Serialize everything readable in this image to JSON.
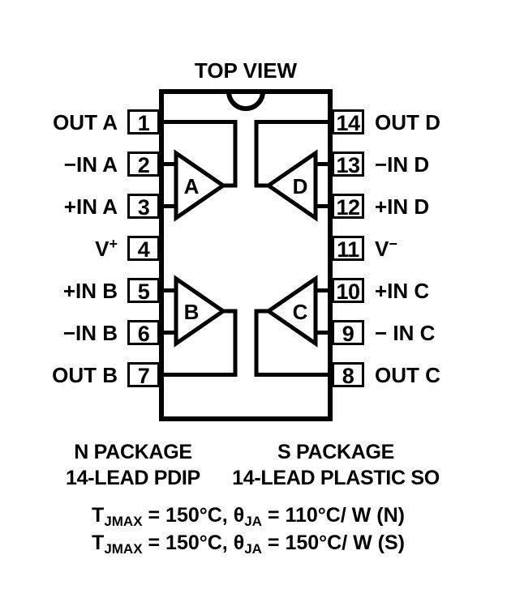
{
  "title": "TOP VIEW",
  "ink_color": "#000000",
  "pins": {
    "left": [
      {
        "num": "1",
        "label": "OUT A"
      },
      {
        "num": "2",
        "label": "−IN A"
      },
      {
        "num": "3",
        "label": "+IN A"
      },
      {
        "num": "4",
        "label": "V",
        "sup": "+"
      },
      {
        "num": "5",
        "label": "+IN B"
      },
      {
        "num": "6",
        "label": "−IN B"
      },
      {
        "num": "7",
        "label": "OUT B"
      }
    ],
    "right": [
      {
        "num": "14",
        "label": "OUT D"
      },
      {
        "num": "13",
        "label": "−IN D"
      },
      {
        "num": "12",
        "label": "+IN D"
      },
      {
        "num": "11",
        "label": "V",
        "sup": "−"
      },
      {
        "num": "10",
        "label": "+IN C"
      },
      {
        "num": "9",
        "label": "− IN C"
      },
      {
        "num": "8",
        "label": "OUT C"
      }
    ]
  },
  "amps": {
    "a": "A",
    "b": "B",
    "c": "C",
    "d": "D"
  },
  "packages": {
    "n_line1": "N PACKAGE",
    "n_line2": "14-LEAD PDIP",
    "s_line1": "S PACKAGE",
    "s_line2": "14-LEAD PLASTIC SO"
  },
  "thermal": {
    "line1": {
      "t": "T",
      "t_sub": "JMAX",
      "mid": " = 150°C, θ",
      "ja_sub": "JA",
      "end": " = 110°C/ W (N)"
    },
    "line2": {
      "t": "T",
      "t_sub": "JMAX",
      "mid": " = 150°C, θ",
      "ja_sub": "JA",
      "end": " = 150°C/ W (S)"
    }
  }
}
